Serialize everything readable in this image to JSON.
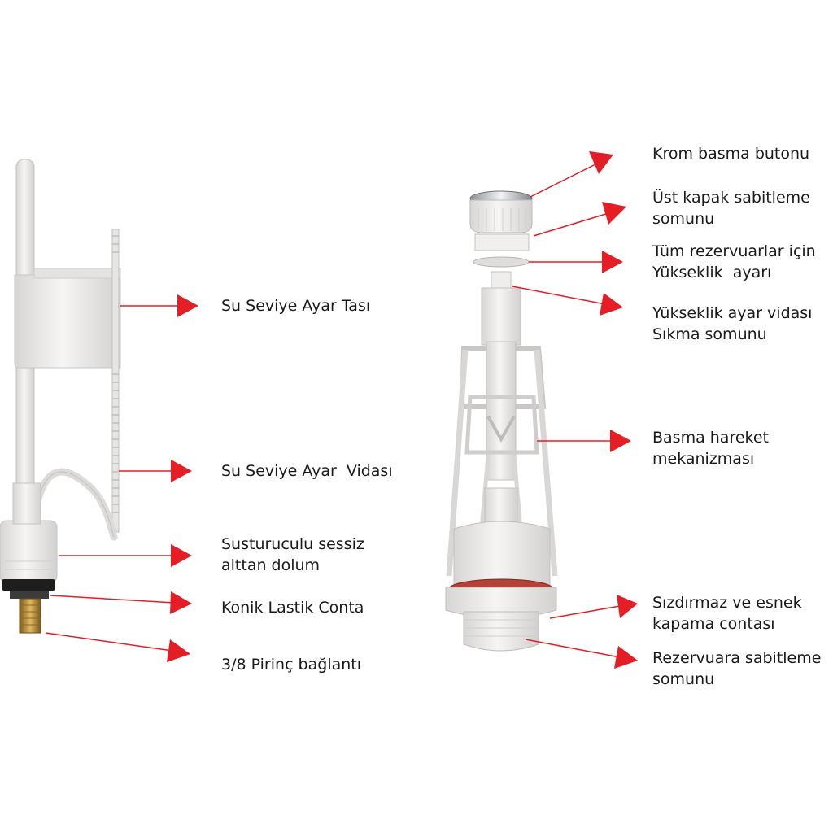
{
  "labels": {
    "fill_valve": {
      "float": "Su Seviye Ayar Tası",
      "screw": "Su Seviye Ayar  Vidası",
      "silent_fill": [
        "Susturuculu sessiz",
        "alttan dolum"
      ],
      "conical_gasket": "Konik Lastik Conta",
      "brass": "3/8 Pirinç bağlantı"
    },
    "flush_valve": {
      "chrome_button": "Krom basma butonu",
      "top_cover_nut": [
        "Üst kapak sabitleme",
        "somunu"
      ],
      "height_adjust": [
        "Tüm rezervuarlar için",
        "Yükseklik  ayarı"
      ],
      "height_screw_nut": [
        "Yükseklik ayar vidası",
        "Sıkma somunu"
      ],
      "push_mechanism": [
        "Basma hareket",
        "mekanizması"
      ],
      "seal": [
        "Sızdırmaz ve esnek",
        "kapama contası"
      ],
      "tank_nut": [
        "Rezervuara sabitleme",
        "somunu"
      ]
    }
  },
  "colors": {
    "arrow": "#e31e24",
    "text": "#1a1a1a",
    "plastic": "#ecebea",
    "brass": "#b58a3a",
    "chrome": "#c9ccd0",
    "seal": "#b03a2e"
  }
}
